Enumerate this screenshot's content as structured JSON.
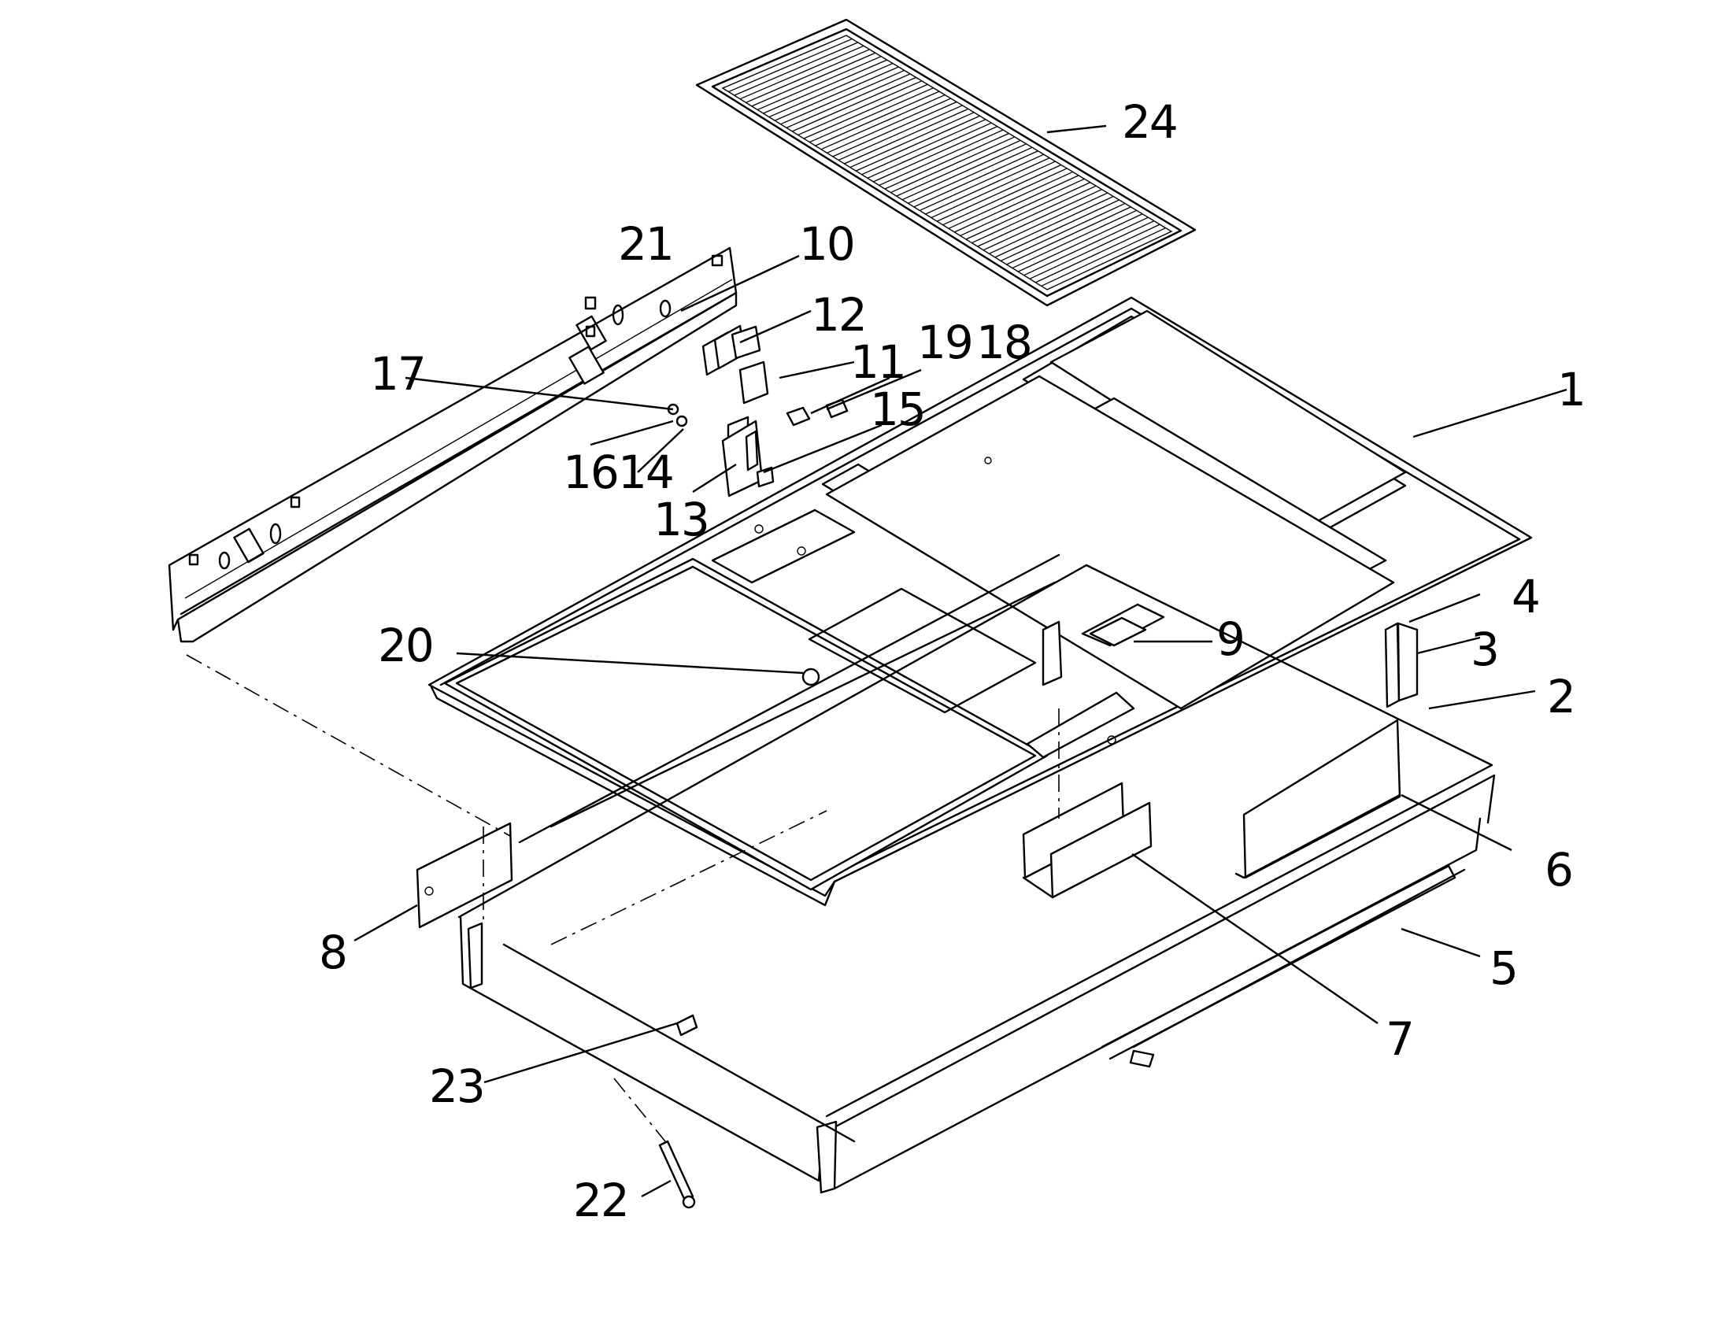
{
  "callouts": [
    {
      "id": "1",
      "text": "1"
    },
    {
      "id": "2",
      "text": "2"
    },
    {
      "id": "3",
      "text": "3"
    },
    {
      "id": "4",
      "text": "4"
    },
    {
      "id": "5",
      "text": "5"
    },
    {
      "id": "6",
      "text": "6"
    },
    {
      "id": "7",
      "text": "7"
    },
    {
      "id": "8",
      "text": "8"
    },
    {
      "id": "9",
      "text": "9"
    },
    {
      "id": "10",
      "text": "10"
    },
    {
      "id": "11",
      "text": "11"
    },
    {
      "id": "12",
      "text": "12"
    },
    {
      "id": "13",
      "text": "13"
    },
    {
      "id": "14",
      "text": "14"
    },
    {
      "id": "15",
      "text": "15"
    },
    {
      "id": "16",
      "text": "16"
    },
    {
      "id": "17",
      "text": "17"
    },
    {
      "id": "18",
      "text": "18"
    },
    {
      "id": "19",
      "text": "19"
    },
    {
      "id": "20",
      "text": "20"
    },
    {
      "id": "21",
      "text": "21"
    },
    {
      "id": "22",
      "text": "22"
    },
    {
      "id": "23",
      "text": "23"
    },
    {
      "id": "24",
      "text": "24"
    }
  ],
  "colors": {
    "ink": "#000000",
    "paper": "#ffffff"
  }
}
